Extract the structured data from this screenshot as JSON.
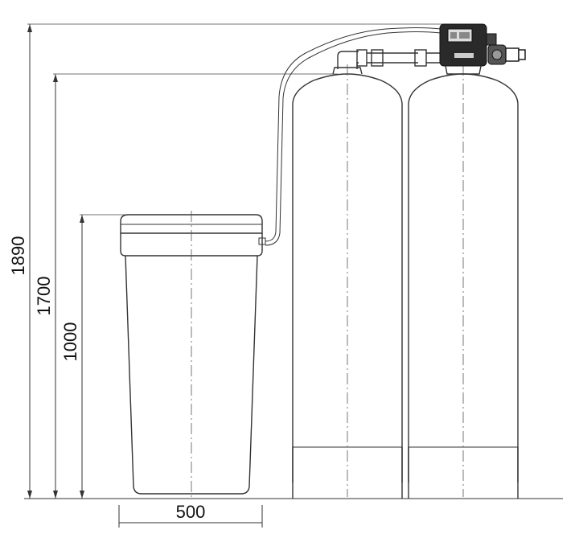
{
  "dimensions": {
    "overall_height": "1890",
    "tank_height": "1700",
    "brine_tank_height": "1000",
    "brine_tank_width": "500"
  },
  "components": {
    "brine_tank": "brine-tank",
    "resin_tank_left": "resin-tank",
    "resin_tank_right": "resin-tank",
    "control_valve": "control-valve",
    "brine_line": "brine-line"
  }
}
